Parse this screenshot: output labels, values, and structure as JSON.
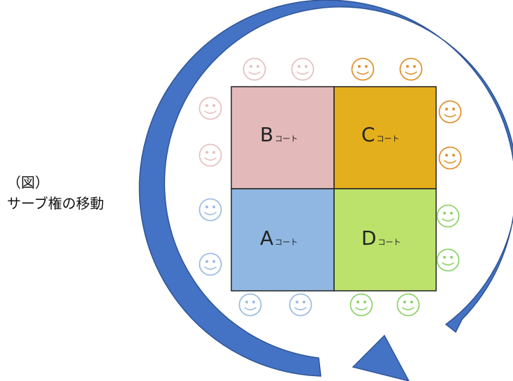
{
  "caption": {
    "line1": "（図）",
    "line2": "サーブ権の移動"
  },
  "colors": {
    "arrow": "#4472c4",
    "arrow_outline": "#2f5597",
    "court_a": "#8fb7e2",
    "court_b": "#e3b9ba",
    "court_c": "#e4af1c",
    "court_d": "#bde26b",
    "face_a": "#9dbde3",
    "face_b": "#e6c1c1",
    "face_c": "#e0922e",
    "face_d": "#8ed46a"
  },
  "courts": [
    {
      "id": "B",
      "letter": "B",
      "suffix": "コート",
      "color": "#e3b9ba",
      "face_color": "#e6c1c1"
    },
    {
      "id": "C",
      "letter": "C",
      "suffix": "コート",
      "color": "#e4af1c",
      "face_color": "#e0922e"
    },
    {
      "id": "A",
      "letter": "A",
      "suffix": "コート",
      "color": "#8fb7e2",
      "face_color": "#9dbde3"
    },
    {
      "id": "D",
      "letter": "D",
      "suffix": "コート",
      "color": "#bde26b",
      "face_color": "#8ed46a"
    }
  ],
  "players_per_court": 4,
  "icons": {
    "player": "smiley-face-icon",
    "rotation": "circular-arrow-icon"
  }
}
